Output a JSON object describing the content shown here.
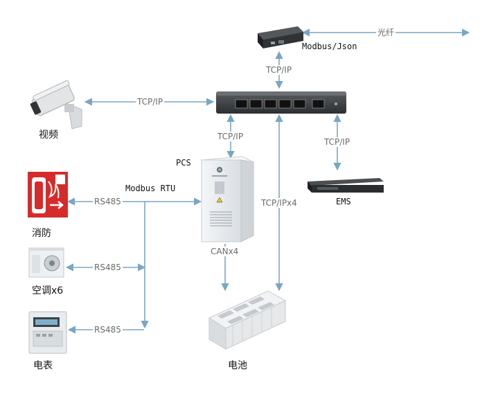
{
  "colors": {
    "arrow": "#7aa6c2",
    "label": "#6a6a6a",
    "device_dark": "#333638",
    "cabinet": "#e9edf0",
    "red": "#d62b2b"
  },
  "devices": {
    "media_converter": {
      "label": "Modbus/Json",
      "icon": "media-converter-icon"
    },
    "switch": {
      "icon": "network-switch-icon"
    },
    "camera": {
      "label": "视频",
      "icon": "cctv-camera-icon"
    },
    "pcs": {
      "label": "PCS",
      "icon": "pcs-cabinet-icon"
    },
    "ems": {
      "label": "EMS",
      "icon": "rack-server-icon"
    },
    "fire": {
      "label": "消防",
      "icon": "fire-alarm-sign-icon"
    },
    "ac": {
      "label": "空调x6",
      "icon": "air-conditioner-icon"
    },
    "meter": {
      "label": "电表",
      "icon": "electric-meter-icon"
    },
    "battery": {
      "label": "电池",
      "icon": "battery-container-icon"
    }
  },
  "links": {
    "fiber": "光纤",
    "converter_switch": "TCP/IP",
    "camera_switch": "TCP/IP",
    "switch_pcs": "TCP/IP",
    "switch_ems": "TCP/IP",
    "switch_battery": "TCP/IPx4",
    "pcs_battery": "CANx4",
    "fire_bus": "RS485",
    "ac_bus": "RS485",
    "meter_bus": "RS485",
    "bus_protocol": "Modbus RTU"
  }
}
